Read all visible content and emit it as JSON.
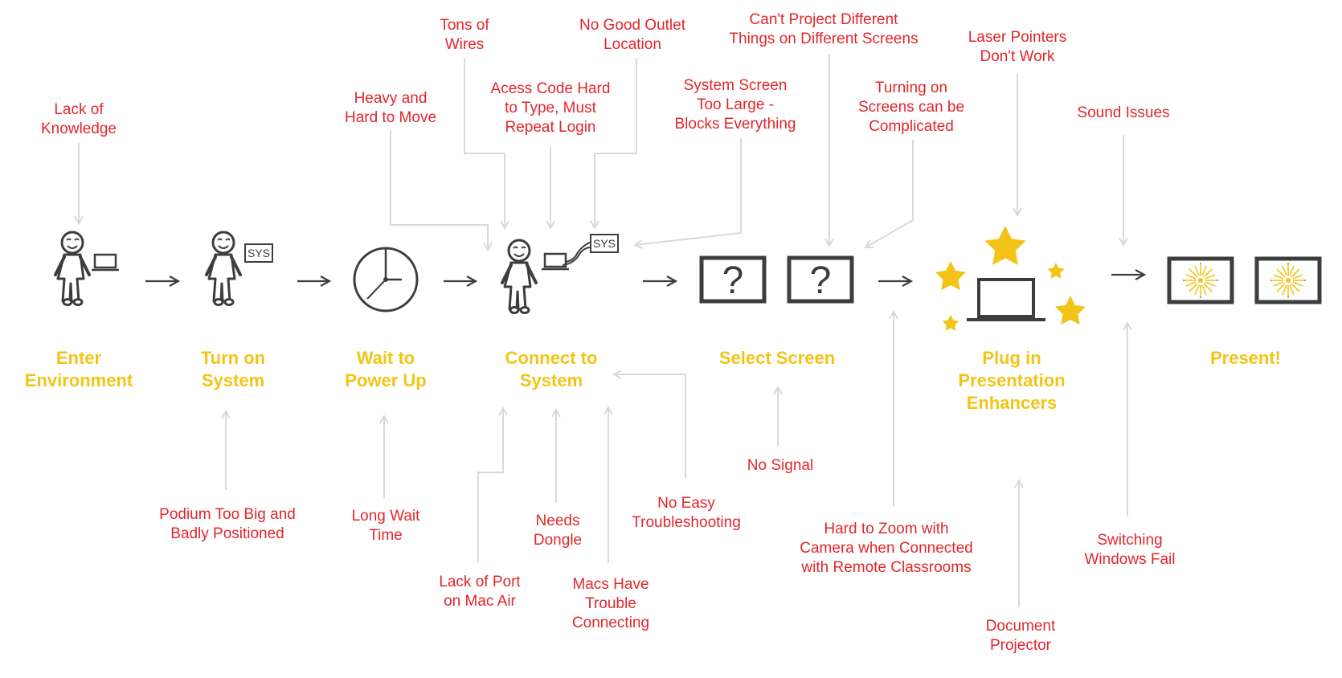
{
  "colors": {
    "step": "#F3C417",
    "issue": "#E3262B",
    "arrow": "#D9D9D9",
    "icon": "#3D3D3D",
    "star": "#F3C417"
  },
  "steps": [
    {
      "id": "enter",
      "lines": [
        "Enter",
        "Environment"
      ]
    },
    {
      "id": "turn-on",
      "lines": [
        "Turn on",
        "System"
      ]
    },
    {
      "id": "wait",
      "lines": [
        "Wait to",
        "Power Up"
      ]
    },
    {
      "id": "connect",
      "lines": [
        "Connect to",
        "System"
      ]
    },
    {
      "id": "select",
      "lines": [
        "Select Screen"
      ]
    },
    {
      "id": "plug-in",
      "lines": [
        "Plug in",
        "Presentation",
        "Enhancers"
      ]
    },
    {
      "id": "present",
      "lines": [
        "Present!"
      ]
    }
  ],
  "sys_tag": "SYS",
  "question_mark": "?",
  "issues": [
    {
      "id": "lack-of-knowledge",
      "lines": [
        "Lack of",
        "Knowledge"
      ]
    },
    {
      "id": "heavy-hard-to-move",
      "lines": [
        "Heavy and",
        "Hard to Move"
      ]
    },
    {
      "id": "tons-of-wires",
      "lines": [
        "Tons of",
        "Wires"
      ]
    },
    {
      "id": "access-code",
      "lines": [
        "Acess Code Hard",
        "to Type, Must",
        "Repeat Login"
      ]
    },
    {
      "id": "no-outlet",
      "lines": [
        "No Good Outlet",
        "Location"
      ]
    },
    {
      "id": "system-screen-large",
      "lines": [
        "System Screen",
        "Too Large -",
        "Blocks Everything"
      ]
    },
    {
      "id": "cant-project",
      "lines": [
        "Can't Project Different",
        "Things on Different Screens"
      ]
    },
    {
      "id": "turning-on-screens",
      "lines": [
        "Turning on",
        "Screens can be",
        "Complicated"
      ]
    },
    {
      "id": "laser-pointers",
      "lines": [
        "Laser Pointers",
        "Don't Work"
      ]
    },
    {
      "id": "sound-issues",
      "lines": [
        "Sound Issues"
      ]
    },
    {
      "id": "podium",
      "lines": [
        "Podium Too Big and",
        "Badly Positioned"
      ]
    },
    {
      "id": "long-wait",
      "lines": [
        "Long Wait",
        "Time"
      ]
    },
    {
      "id": "lack-of-port",
      "lines": [
        "Lack of Port",
        "on Mac Air"
      ]
    },
    {
      "id": "needs-dongle",
      "lines": [
        "Needs",
        "Dongle"
      ]
    },
    {
      "id": "macs-trouble",
      "lines": [
        "Macs Have",
        "Trouble",
        "Connecting"
      ]
    },
    {
      "id": "no-troubleshooting",
      "lines": [
        "No Easy",
        "Troubleshooting"
      ]
    },
    {
      "id": "no-signal",
      "lines": [
        "No Signal"
      ]
    },
    {
      "id": "hard-to-zoom",
      "lines": [
        "Hard to Zoom with",
        "Camera when Connected",
        "with Remote Classrooms"
      ]
    },
    {
      "id": "document-projector",
      "lines": [
        "Document",
        "Projector"
      ]
    },
    {
      "id": "switching-windows",
      "lines": [
        "Switching",
        "Windows Fail"
      ]
    }
  ]
}
